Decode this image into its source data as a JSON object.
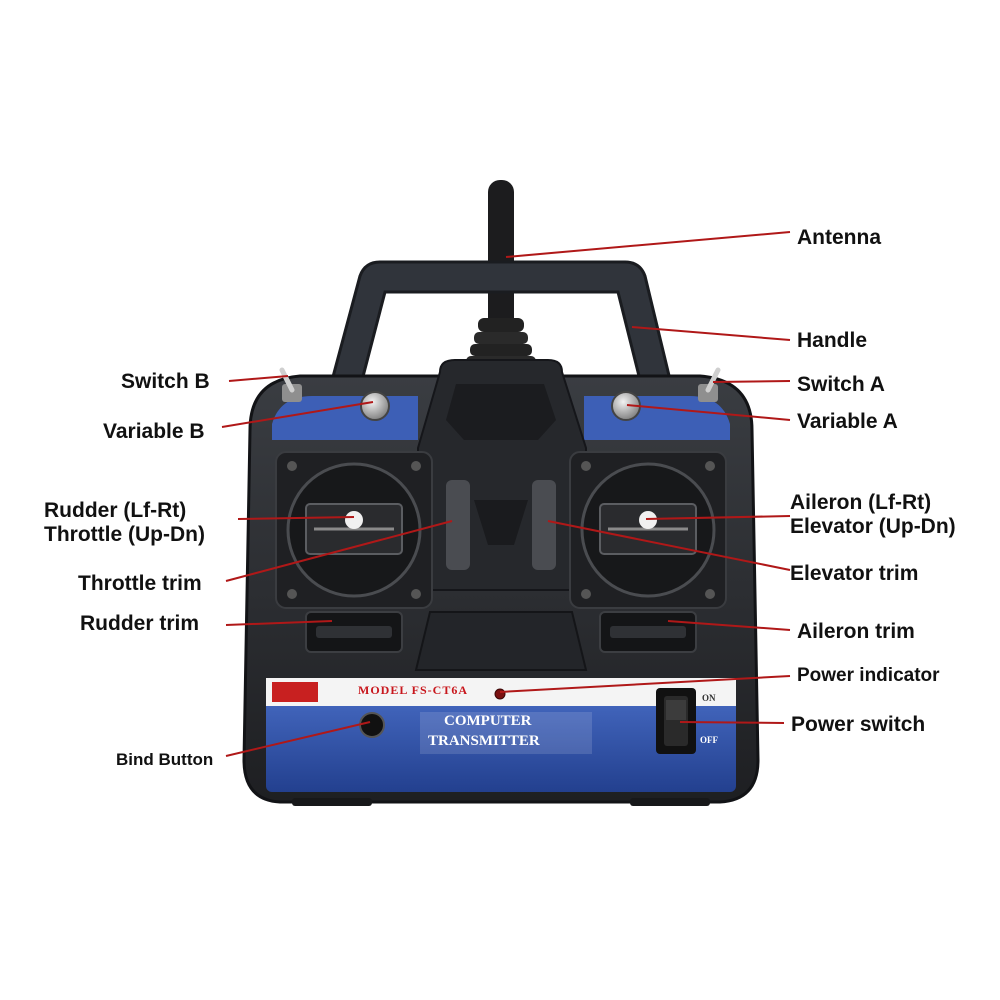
{
  "labels": {
    "antenna": "Antenna",
    "handle": "Handle",
    "switch_b": "Switch B",
    "switch_a": "Switch A",
    "variable_b": "Variable B",
    "variable_a": "Variable A",
    "rudder_lr": "Rudder (Lf-Rt)",
    "throttle_ud": "Throttle (Up-Dn)",
    "aileron_lr": "Aileron (Lf-Rt)",
    "elevator_ud": "Elevator (Up-Dn)",
    "throttle_trim": "Throttle trim",
    "elevator_trim": "Elevator trim",
    "rudder_trim": "Rudder trim",
    "aileron_trim": "Aileron trim",
    "power_indicator": "Power indicator",
    "power_switch": "Power switch",
    "bind_button": "Bind Button"
  },
  "panel": {
    "model": "MODEL FS-CT6A",
    "title_line1": "COMPUTER",
    "title_line2": "TRANSMITTER",
    "on": "ON",
    "off": "OFF"
  },
  "colors": {
    "leader_line": "#b01818",
    "body": "#2b2d31",
    "panel_blue": "#2f4fa8",
    "label_text": "#111111"
  }
}
